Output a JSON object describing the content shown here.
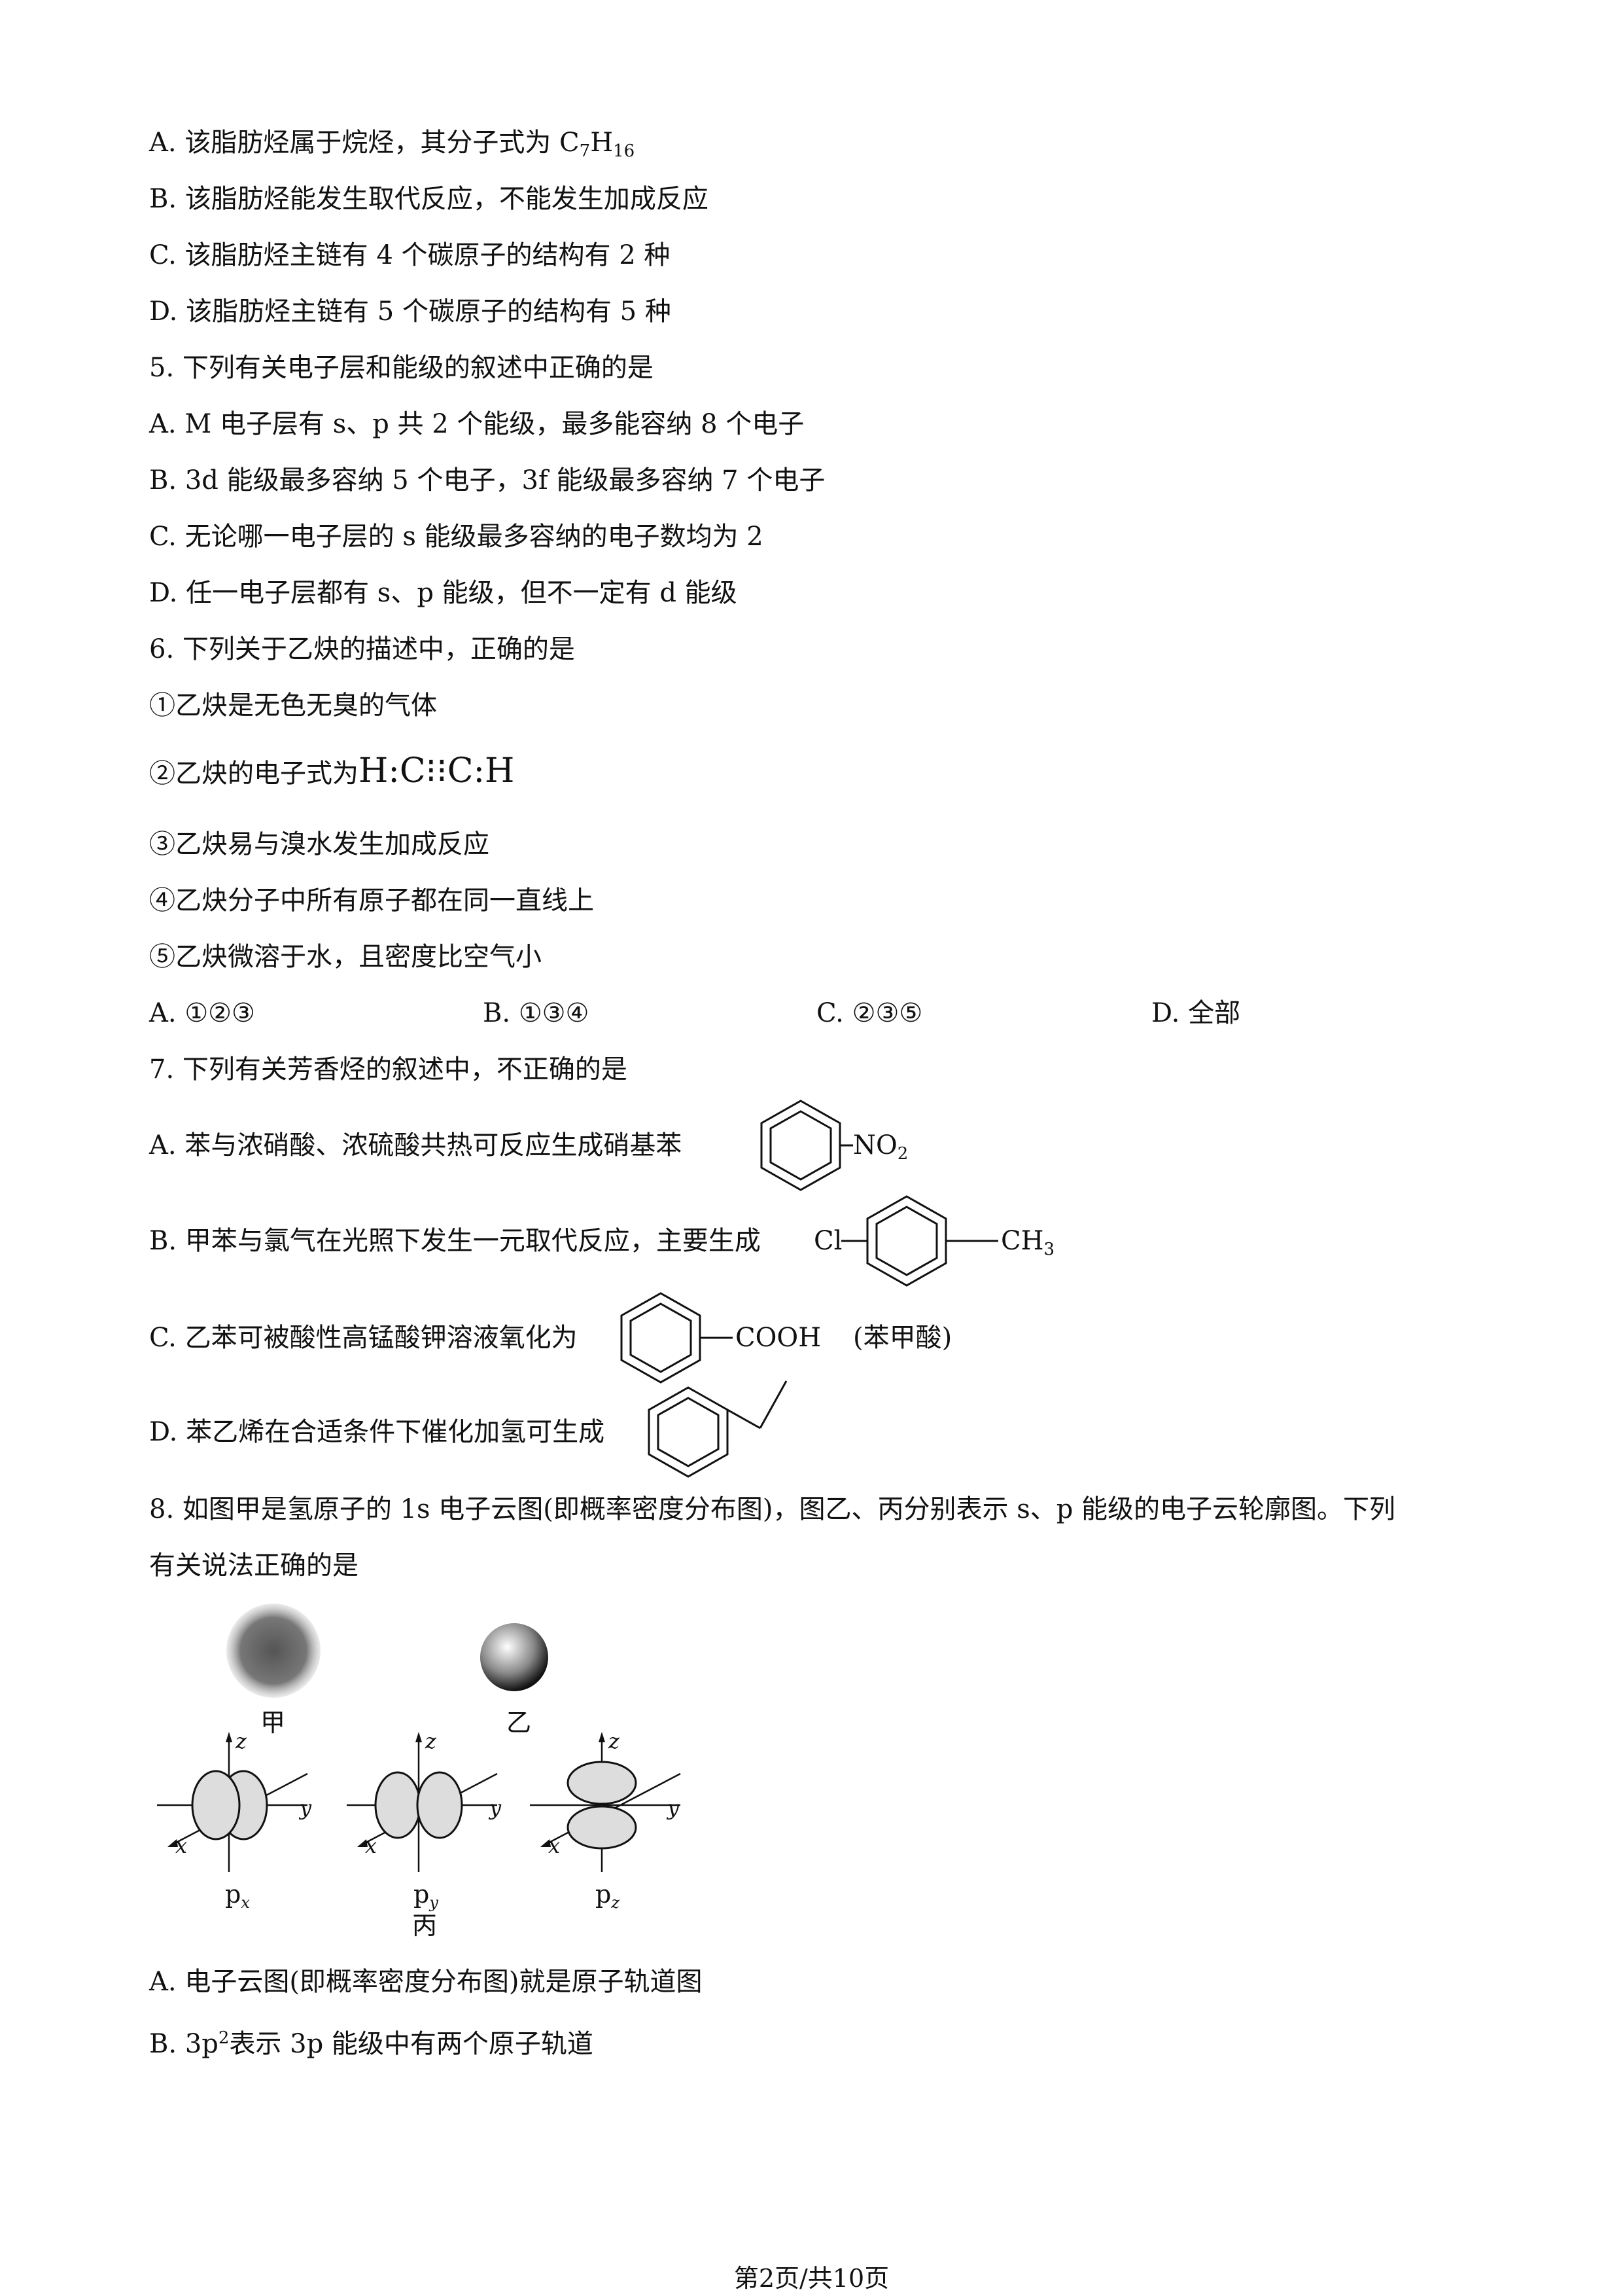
{
  "lines": {
    "q4a": "A. 该脂肪烃属于烷烃，其分子式为 C",
    "q4a_s1": "7",
    "q4a_m": "H",
    "q4a_s2": "16",
    "q4b": "B. 该脂肪烃能发生取代反应，不能发生加成反应",
    "q4c": "C. 该脂肪烃主链有 4 个碳原子的结构有 2 种",
    "q4d": "D. 该脂肪烃主链有 5 个碳原子的结构有 5 种",
    "q5": "5. 下列有关电子层和能级的叙述中正确的是",
    "q5a": "A. M 电子层有 s、p 共 2 个能级，最多能容纳 8 个电子",
    "q5b": "B. 3d 能级最多容纳 5 个电子，3f 能级最多容纳 7 个电子",
    "q5c": "C. 无论哪一电子层的 s 能级最多容纳的电子数均为 2",
    "q5d": "D. 任一电子层都有 s、p 能级，但不一定有 d 能级",
    "q6": "6. 下列关于乙炔的描述中，正确的是",
    "q6_1": "①乙炔是无色无臭的气体",
    "q6_2": "②乙炔的电子式为",
    "q6_2_formula": "H:C⁝⁝C:H",
    "q6_3": "③乙炔易与溴水发生加成反应",
    "q6_4": "④乙炔分子中所有原子都在同一直线上",
    "q6_5": "⑤乙炔微溶于水，且密度比空气小",
    "q6_opts": [
      "A. ①②③",
      "B. ①③④",
      "C. ②③⑤",
      "D. 全部"
    ],
    "q7_pre": "7. 下列有关芳香烃的叙述中，",
    "q7_dot": "不正确",
    "q7_post": "的是",
    "q7a": "A. 苯与浓硝酸、浓硫酸共热可反应生成硝基苯",
    "q7a_group": "NO",
    "q7a_sub": "2",
    "q7b": "B. 甲苯与氯气在光照下发生一元取代反应，主要生成",
    "q7b_left": "Cl",
    "q7b_right": "CH",
    "q7b_sub": "3",
    "q7c": "C. 乙苯可被酸性高锰酸钾溶液氧化为",
    "q7c_group": "COOH",
    "q7c_note": "(苯甲酸)",
    "q7d": "D. 苯乙烯在合适条件下催化加氢可生成",
    "q8_l1": "8. 如图甲是氢原子的 1s 电子云图(即概率密度分布图)，图乙、丙分别表示 s、p 能级的电子云轮廓图。下列",
    "q8_l2": "有关说法正确的是",
    "q8a": "A. 电子云图(即概率密度分布图)就是原子轨道图",
    "q8b_pre": "B. 3p",
    "q8b_sup": "2",
    "q8b_post": "表示 3p 能级中有两个原子轨道"
  },
  "figure": {
    "jia": "甲",
    "yi": "乙",
    "bing": "丙",
    "axis_z": "z",
    "axis_y": "y",
    "axis_x": "x",
    "px": "p",
    "px_sub": "x",
    "py": "p",
    "py_sub": "y",
    "pz": "p",
    "pz_sub": "z"
  },
  "footer": "第2页/共10页"
}
